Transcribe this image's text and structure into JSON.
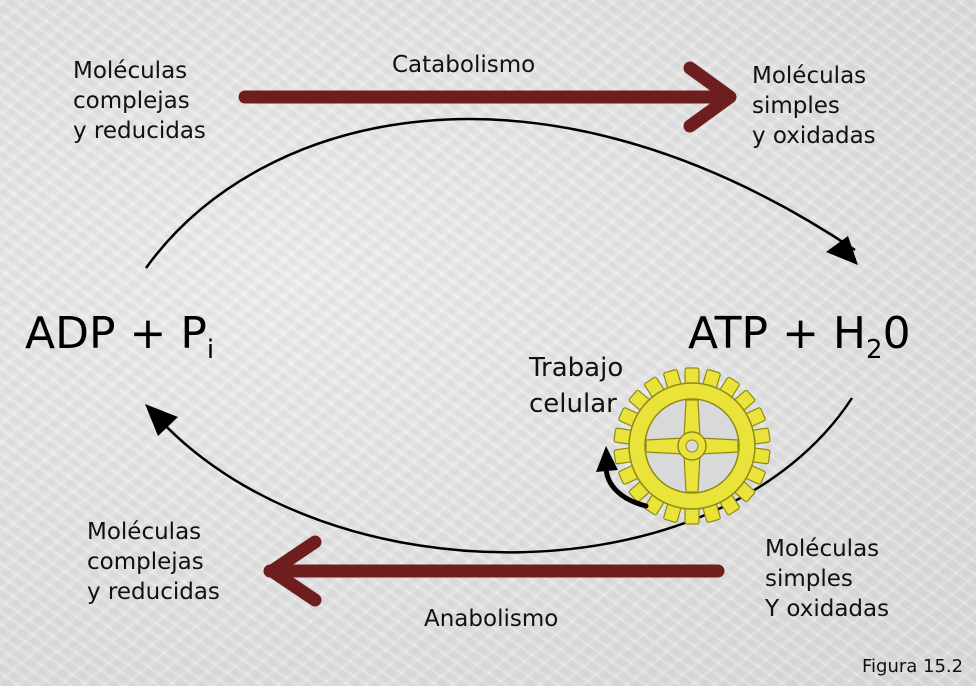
{
  "top_left": [
    "Moléculas",
    "complejas",
    "y reducidas"
  ],
  "catabolism_label": "Catabolismo",
  "top_right": [
    "Moléculas",
    "simples",
    "y oxidadas"
  ],
  "adp": {
    "main": "ADP + P",
    "sub": "i"
  },
  "atp": {
    "main": "ATP + H",
    "sub": "2",
    "tail": "0"
  },
  "work": [
    "Trabajo",
    "celular"
  ],
  "bottom_left": [
    "Moléculas",
    "complejas",
    "y reducidas"
  ],
  "anabolism_label": "Anabolismo",
  "bottom_right": [
    "Moléculas",
    "simples",
    "Y oxidadas"
  ],
  "figure_label": "Figura 15.2",
  "colors": {
    "pathway_arrow": "#6e1e1e",
    "cycle_arrow": "#000000",
    "gear": "#e9e33a"
  },
  "icons": {
    "gear": "gear-icon",
    "rotation": "curved-arrow-icon"
  }
}
